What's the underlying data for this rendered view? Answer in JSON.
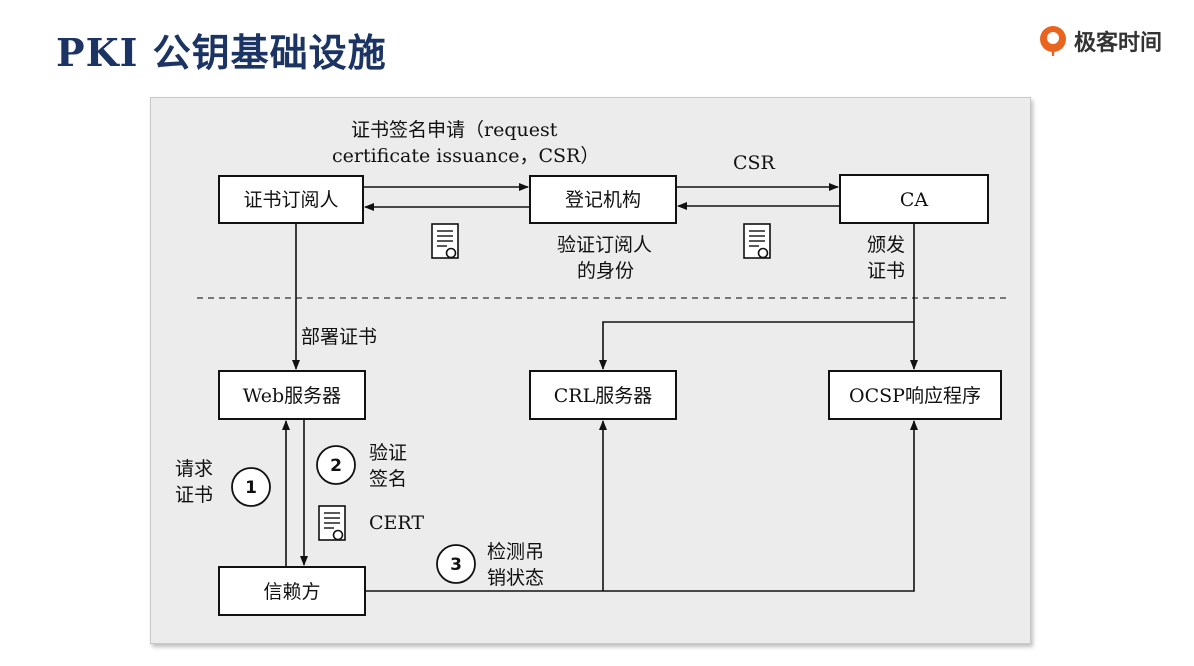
{
  "slide": {
    "title": "PKI 公钥基础设施",
    "brand": "极客时间",
    "brand_icon": "geektime-logo-icon",
    "brand_color": "#e8641f",
    "title_color": "#1c3463"
  },
  "diagram": {
    "nodes": {
      "subscriber": "证书订阅人",
      "ra": "登记机构",
      "ca": "CA",
      "web": "Web服务器",
      "crl": "CRL服务器",
      "ocsp": "OCSP响应程序",
      "relying": "信赖方"
    },
    "labels": {
      "request_line1": "证书签名申请（request",
      "request_line2": "certificate issuance，CSR）",
      "csr": "CSR",
      "verify_line1": "验证订阅人",
      "verify_line2": "的身份",
      "issue_line1": "颁发",
      "issue_line2": "证书",
      "deploy": "部署证书",
      "req_cert_line1": "请求",
      "req_cert_line2": "证书",
      "verify_sig_line1": "验证",
      "verify_sig_line2": "签名",
      "cert": "CERT",
      "check_line1": "检测吊",
      "check_line2": "销状态"
    },
    "steps": [
      "1",
      "2",
      "3"
    ]
  }
}
